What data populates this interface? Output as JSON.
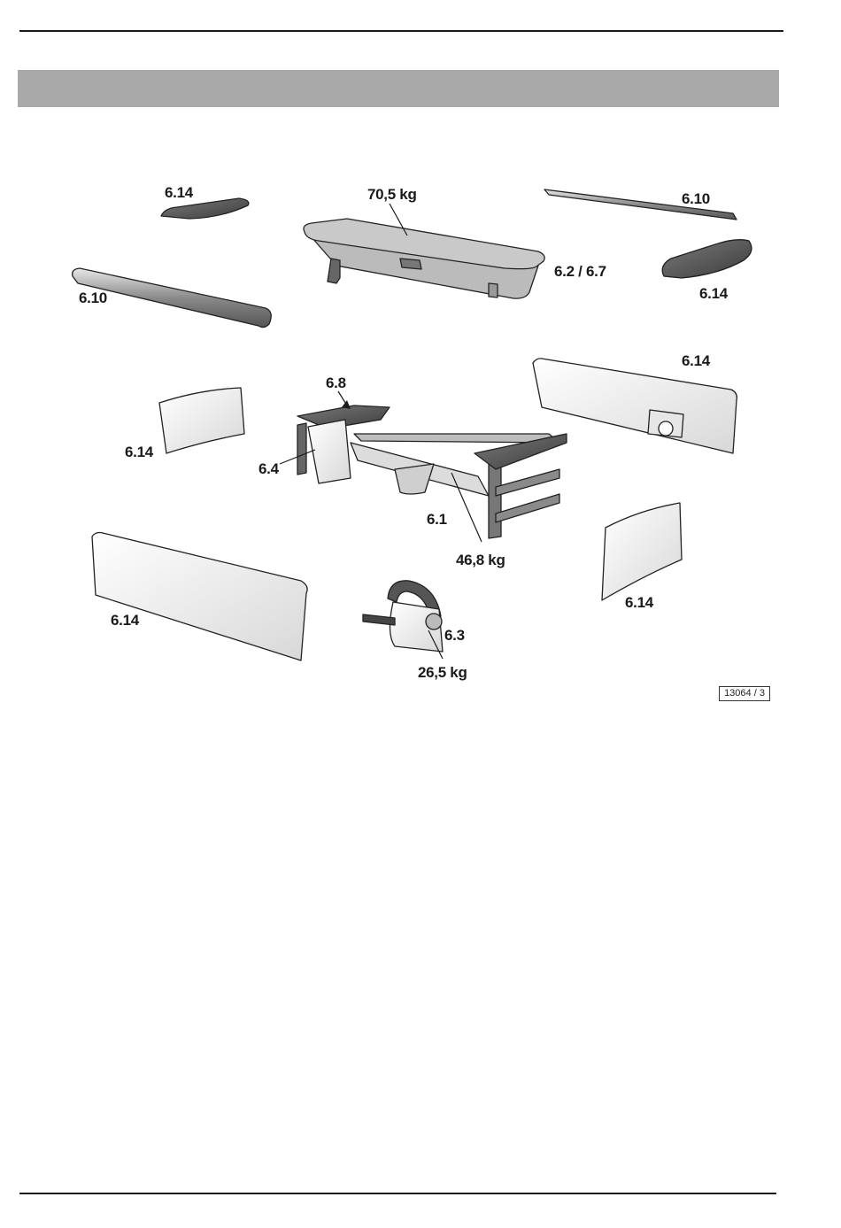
{
  "header": {
    "section_title": ""
  },
  "diagram": {
    "labels": {
      "trim_top_left": "6.14",
      "tank_weight": "70,5 kg",
      "strip_top_right": "6.10",
      "tank_part": "6.2 / 6.7",
      "strip_left": "6.10",
      "cap_right": "6.14",
      "panel_back_right": "6.14",
      "shelf": "6.8",
      "side_panel_left": "6.14",
      "control_box": "6.4",
      "frame": "6.1",
      "frame_weight": "46,8 kg",
      "side_panel_right": "6.14",
      "front_panel": "6.14",
      "pump": "6.3",
      "pump_weight": "26,5 kg"
    },
    "figure_ref": "13064 / 3"
  }
}
